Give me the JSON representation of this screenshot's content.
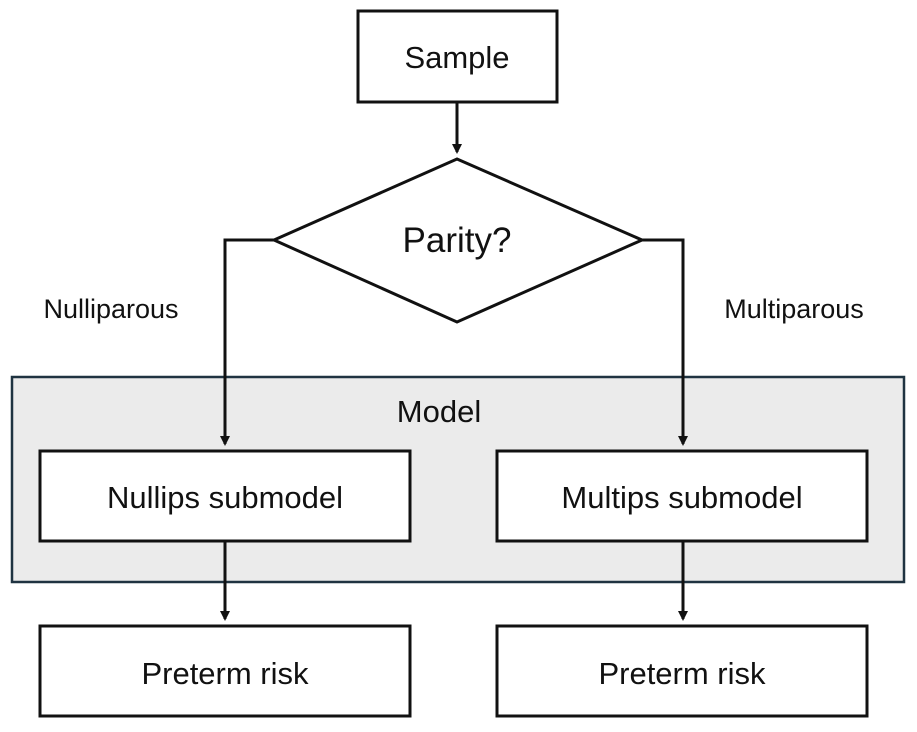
{
  "diagram": {
    "start": {
      "label": "Sample"
    },
    "decision": {
      "label": "Parity?"
    },
    "branches": {
      "left": {
        "label": "Nulliparous"
      },
      "right": {
        "label": "Multiparous"
      }
    },
    "group": {
      "label": "Model",
      "fill": "#ebebeb",
      "border": "#1f3341"
    },
    "submodels": {
      "left": {
        "label": "Nullips submodel"
      },
      "right": {
        "label": "Multips submodel"
      }
    },
    "outputs": {
      "left": {
        "label": "Preterm risk"
      },
      "right": {
        "label": "Preterm risk"
      }
    }
  }
}
